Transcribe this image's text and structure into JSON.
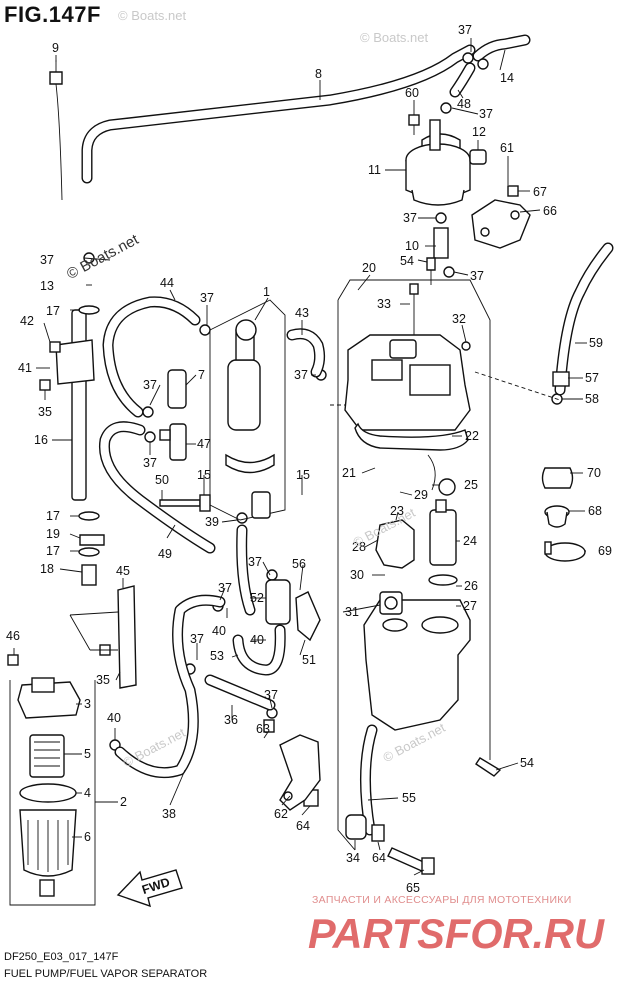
{
  "figure": {
    "title": "FIG.147F",
    "model_code": "DF250_E03_017_147F",
    "caption": "FUEL PUMP/FUEL VAPOR SEPARATOR"
  },
  "watermarks": [
    "© Boats.net",
    "© Boats.net",
    "© Boats.net",
    "© Boats.net",
    "© Boats.net",
    "© Boats.net"
  ],
  "dealer": {
    "tagline": "ЗАПЧАСТИ И АКСЕССУАРЫ ДЛЯ МОТОТЕХНИКИ",
    "logo_text": "PARTSFOR.RU",
    "color": "#e06b6b"
  },
  "fwd_label": "FWD",
  "callouts": {
    "c9": "9",
    "c8": "8",
    "c37a": "37",
    "c14": "14",
    "c48": "48",
    "c37b": "37",
    "c60": "60",
    "c12": "12",
    "c61": "61",
    "c11": "11",
    "c67": "67",
    "c66": "66",
    "c37c": "37",
    "c10": "10",
    "c54a": "54",
    "c37d": "37",
    "c20": "20",
    "c37e": "37",
    "c13": "13",
    "c44": "44",
    "c37f": "37",
    "c1": "1",
    "c43": "43",
    "c33": "33",
    "c32": "32",
    "c59": "59",
    "c57": "57",
    "c58": "58",
    "c42": "42",
    "c17a": "17",
    "c41": "41",
    "c35a": "35",
    "c16": "16",
    "c37g": "37",
    "c7": "7",
    "c37h": "37",
    "c22": "22",
    "c47": "47",
    "c37i": "37",
    "c15a": "15",
    "c15b": "15",
    "c21": "21",
    "c25": "25",
    "c70": "70",
    "c50": "50",
    "c29": "29",
    "c17b": "17",
    "c39": "39",
    "c23": "23",
    "c68": "68",
    "c19": "19",
    "c49": "49",
    "c28": "28",
    "c24": "24",
    "c17c": "17",
    "c37j": "37",
    "c56": "56",
    "c69": "69",
    "c18": "18",
    "c30": "30",
    "c26": "26",
    "c45": "45",
    "c37k": "37",
    "c52": "52",
    "c27": "27",
    "c31": "31",
    "c40a": "40",
    "c46": "46",
    "c37l": "37",
    "c40b": "40",
    "c51": "51",
    "c53": "53",
    "c35b": "35",
    "c3": "3",
    "c37m": "37",
    "c40c": "40",
    "c36": "36",
    "c63": "63",
    "c54b": "54",
    "c5": "5",
    "c4": "4",
    "c2": "2",
    "c38": "38",
    "c62": "62",
    "c55": "55",
    "c64a": "64",
    "c6": "6",
    "c34": "34",
    "c64b": "64",
    "c65": "65"
  }
}
